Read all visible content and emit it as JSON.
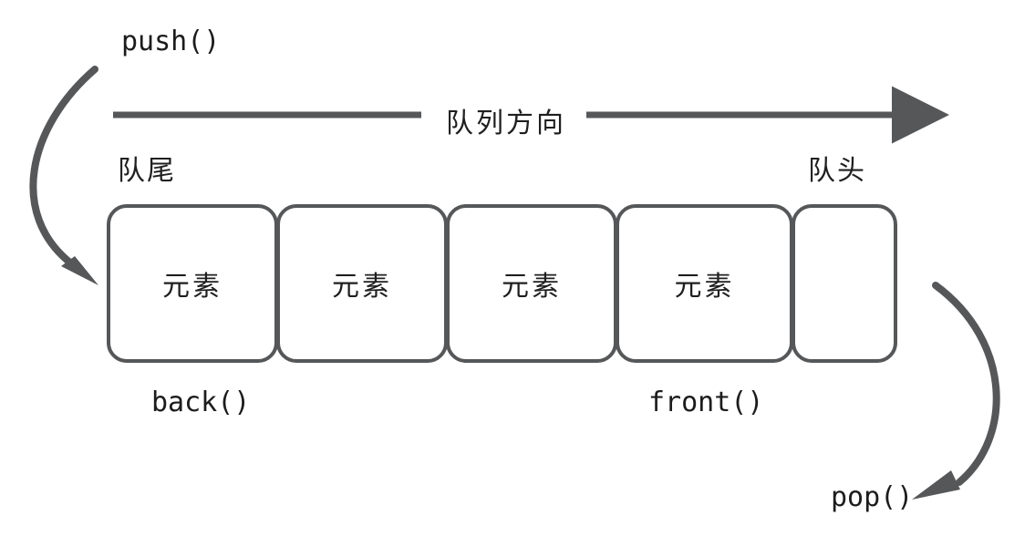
{
  "diagram": {
    "title_text": "",
    "colors": {
      "stroke": "#555759",
      "text": "#1f1f1f",
      "background": "#ffffff"
    },
    "operations": {
      "push_label": "push()",
      "pop_label": "pop()",
      "back_label": "back()",
      "front_label": "front()"
    },
    "direction": {
      "label": "队列方向"
    },
    "ends": {
      "rear_label": "队尾",
      "front_label": "队头"
    },
    "cells": [
      {
        "label": "元素",
        "filled": true
      },
      {
        "label": "元素",
        "filled": true
      },
      {
        "label": "元素",
        "filled": true
      },
      {
        "label": "元素",
        "filled": true
      },
      {
        "label": "",
        "filled": false
      }
    ]
  }
}
